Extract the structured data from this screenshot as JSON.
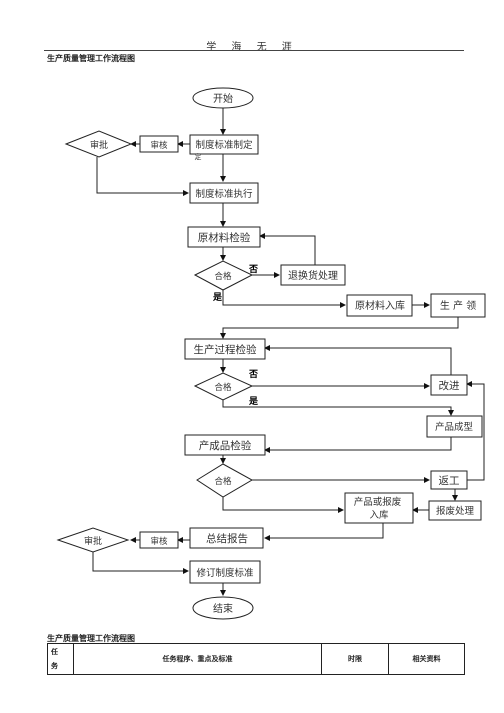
{
  "header": {
    "text": "学 海 无 涯"
  },
  "title": "生产质量管理工作流程图",
  "flow": {
    "start": "开始",
    "approve1": "审批",
    "review1": "审核",
    "formulate": "制度标准制定",
    "formulate_suffix": "定",
    "execute": "制度标准执行",
    "raw_inspect": "原材料检验",
    "qualified1": "合格",
    "no1": "否",
    "yes1": "是",
    "return_goods": "退换货处理",
    "raw_store": "原材料入库",
    "production_pick": "生 产 领",
    "process_inspect": "生产过程检验",
    "qualified2": "合格",
    "no2": "否",
    "yes2": "是",
    "improve": "改进",
    "product_formed": "产品成型",
    "finished_inspect": "产成品检验",
    "qualified3": "合格",
    "rework": "返工",
    "store_or_scrap": "产品或报废入库",
    "scrap_handle": "报废处理",
    "approve2": "审批",
    "review2": "审核",
    "summary": "总结报告",
    "revise": "修订制度标准",
    "end": "结束"
  },
  "table": {
    "title": "生产质量管理工作流程图",
    "headers": [
      "任务",
      "任务程序、重点及标准",
      "时限",
      "相关资料"
    ]
  }
}
